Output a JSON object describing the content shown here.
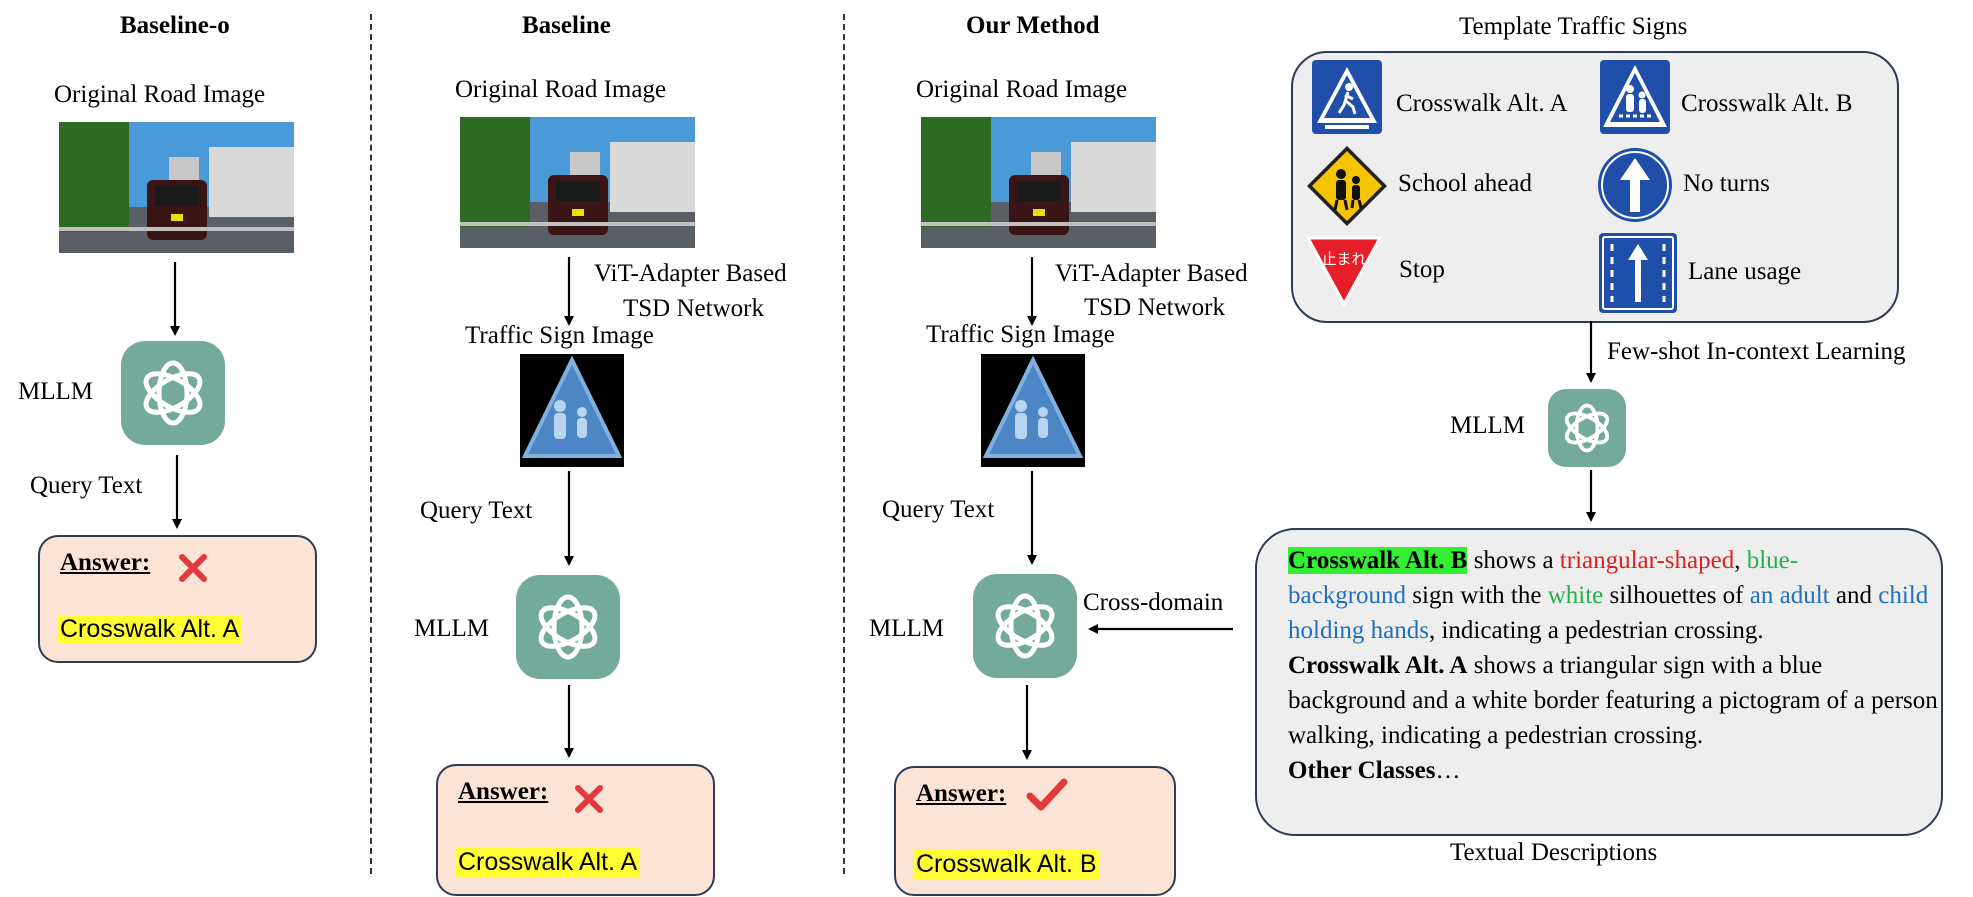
{
  "columns": {
    "baseline_o": {
      "title": "Baseline-o",
      "road_label": "Original Road Image",
      "mllm_label": "MLLM",
      "query_label": "Query Text",
      "answer_label": "Answer:",
      "answer_value": "Crosswalk Alt. A",
      "answer_mark": "✕"
    },
    "baseline": {
      "title": "Baseline",
      "road_label": "Original Road Image",
      "network_label_1": "ViT-Adapter Based",
      "network_label_2": "TSD Network",
      "sign_label": "Traffic Sign Image",
      "query_label": "Query Text",
      "mllm_label": "MLLM",
      "answer_label": "Answer:",
      "answer_value": "Crosswalk Alt. A",
      "answer_mark": "✕"
    },
    "ours": {
      "title": "Our Method",
      "road_label": "Original Road Image",
      "network_label_1": "ViT-Adapter Based",
      "network_label_2": "TSD Network",
      "sign_label": "Traffic Sign Image",
      "query_label": "Query Text",
      "mllm_label": "MLLM",
      "cross_domain_label": "Cross-domain",
      "answer_label": "Answer:",
      "answer_value": "Crosswalk Alt. B",
      "answer_mark": "✓"
    }
  },
  "templates": {
    "title": "Template Traffic Signs",
    "items": [
      {
        "label": "Crosswalk Alt. A"
      },
      {
        "label": "Crosswalk Alt. B"
      },
      {
        "label": "School ahead"
      },
      {
        "label": "No turns"
      },
      {
        "label": "Stop"
      },
      {
        "label": "Lane usage"
      }
    ],
    "stop_sign_text": "止まれ",
    "fewshot_label": "Few-shot In-context Learning",
    "mllm_label": "MLLM"
  },
  "descriptions": {
    "caption": "Textual Descriptions",
    "p1": {
      "name": "Crosswalk Alt. B",
      "s1": " shows a ",
      "triangular": "triangular-shaped",
      "s2": ", ",
      "blue1": "blue-",
      "blue2": "background",
      "s3": " sign with the ",
      "white": "white",
      "s4": " silhouettes of ",
      "adult": "an adult",
      "s5": " and ",
      "child": "child holding hands",
      "s6": ", indicating a pedestrian crossing."
    },
    "p2": {
      "name": "Crosswalk Alt. A",
      "text": " shows a triangular sign with a blue background and a white border featuring a pictogram of a person walking, indicating a pedestrian crossing."
    },
    "p3": {
      "name": "Other Classes",
      "text": "…"
    }
  },
  "colors": {
    "logo": "#74aa9c",
    "answer_bg": "#fbe4d5",
    "answer_highlight": "#ffff33",
    "name_highlight": "#33ee33",
    "red_text": "#e02020",
    "green_text": "#22b14c",
    "blue_text": "#1f6fc0",
    "sign_blue": "#1f4fa8"
  }
}
